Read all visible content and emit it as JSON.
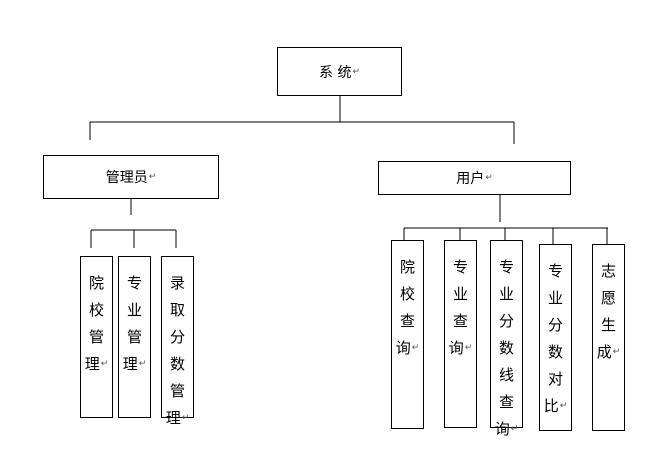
{
  "diagram": {
    "root": {
      "label": "系 统"
    },
    "branches": [
      {
        "label": "管理员",
        "children": [
          {
            "label": "院校管理"
          },
          {
            "label": "专业管理"
          },
          {
            "label": "录取分数管理"
          }
        ]
      },
      {
        "label": "用户",
        "children": [
          {
            "label": "院校查询"
          },
          {
            "label": "专业查询"
          },
          {
            "label": "专业分数线查询"
          },
          {
            "label": "专业分数对比"
          },
          {
            "label": "志愿生成"
          }
        ]
      }
    ],
    "paragraph_mark": "↵"
  }
}
